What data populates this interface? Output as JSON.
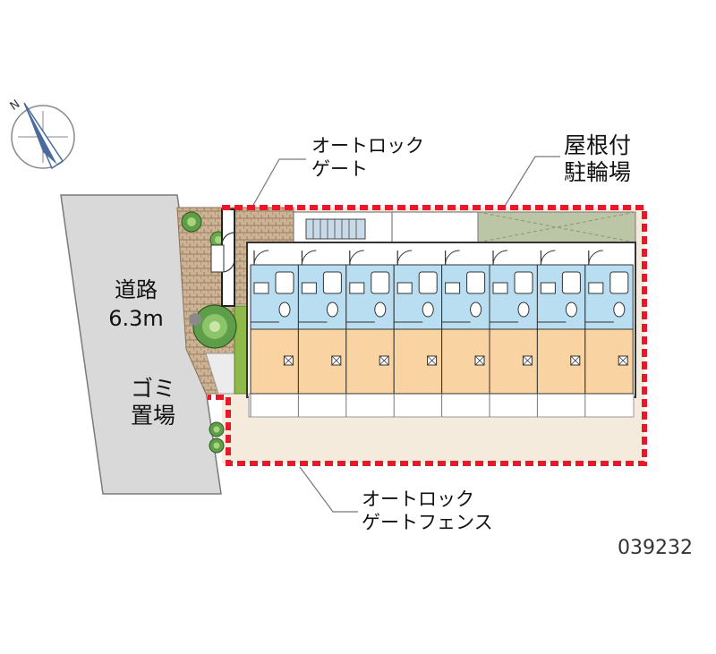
{
  "labels": {
    "autolock_gate": [
      "オートロック",
      "ゲート"
    ],
    "roof_bicycle": [
      "屋根付",
      "駐輪場"
    ],
    "road": [
      "道路",
      "6.3m"
    ],
    "garbage": [
      "ゴミ",
      "置場"
    ],
    "autolock_fence": [
      "オートロック",
      "ゲートフェンス"
    ],
    "property_id": "039232",
    "compass_mark": "N"
  },
  "icons": [
    "compass-icon",
    "tree-icon",
    "shrub-icon",
    "door-icon"
  ],
  "colors": {
    "boundary": "#e8182a",
    "road": "#d9d9d9",
    "room_blue": "#b9ddf1",
    "room_orange": "#f9d3a2",
    "ground": "#f5ebdd",
    "paving": "#bfa58a",
    "bicycle": "#bcc6a6",
    "hedge": "#8fb94a"
  },
  "units": 8
}
